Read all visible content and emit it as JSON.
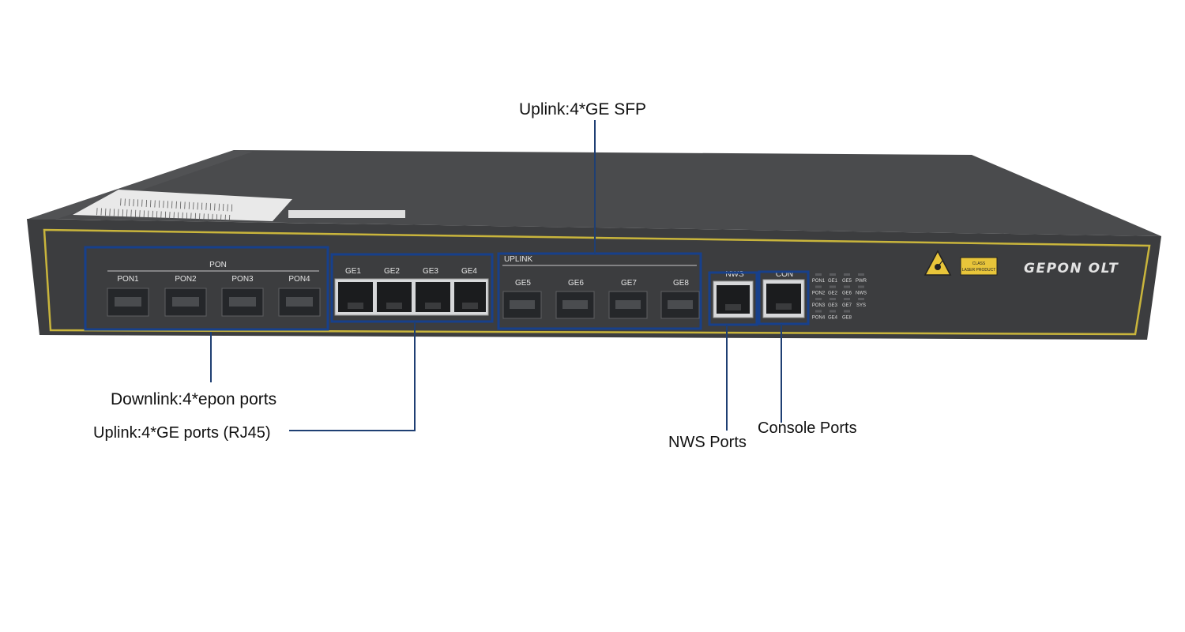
{
  "device": {
    "brand": "GEPON OLT",
    "groups": {
      "pon": "PON",
      "uplink": "UPLINK",
      "nws": "NWS",
      "con": "CON"
    },
    "pon_ports": [
      "PON1",
      "PON2",
      "PON3",
      "PON4"
    ],
    "rj45_ports": [
      "GE1",
      "GE2",
      "GE3",
      "GE4"
    ],
    "sfp_ports": [
      "GE5",
      "GE6",
      "GE7",
      "GE8"
    ],
    "led_labels": [
      [
        "PON1",
        "GE1",
        "GE5",
        "PWR"
      ],
      [
        "PON2",
        "GE2",
        "GE6",
        "NWS"
      ],
      [
        "PON3",
        "GE3",
        "GE7",
        "SYS"
      ],
      [
        "PON4",
        "GE4",
        "GE8",
        ""
      ]
    ],
    "warning_label": {
      "line1": "CLASS",
      "line2": "LASER PRODUCT"
    }
  },
  "callouts": {
    "uplink_sfp": "Uplink:4*GE SFP",
    "downlink_epon": "Downlink:4*epon ports",
    "uplink_rj45": "Uplink:4*GE ports (RJ45)",
    "nws_ports": "NWS Ports",
    "console_ports": "Console Ports"
  },
  "colors": {
    "callout_line": "#1f3f73",
    "highlight_box": "#17408b",
    "panel_trim": "#c9b53c",
    "chassis": "#3c3d3f"
  }
}
